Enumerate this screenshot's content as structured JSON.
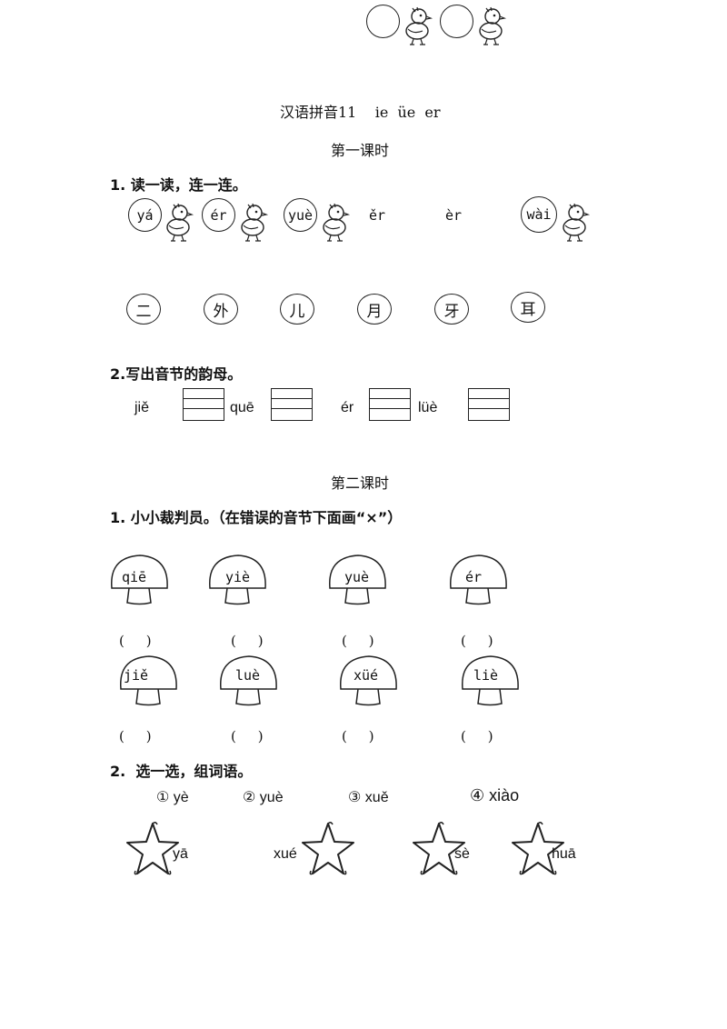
{
  "header": {
    "title": "汉语拼音11    ie  üe  er",
    "lesson1": "第一课时",
    "lesson2": "第二课时"
  },
  "lesson1": {
    "q1": {
      "heading": "1. 读一读，连一连。",
      "syllables": [
        "yá",
        "ér",
        "yuè",
        "ěr",
        "èr",
        "wài"
      ],
      "characters": [
        "二",
        "外",
        "儿",
        "月",
        "牙",
        "耳"
      ]
    },
    "q2": {
      "heading": "2.写出音节的韵母。",
      "syllables": [
        "jiě",
        "quē",
        "ér",
        "lüè"
      ]
    }
  },
  "lesson2": {
    "q1": {
      "heading": "1. 小小裁判员。（在错误的音节下面画“×”）",
      "row1": [
        "qiē",
        "yiè",
        "yuè",
        "ér"
      ],
      "row2": [
        "jiě",
        "luè",
        "xüé",
        "liè"
      ],
      "paren": "(     )"
    },
    "q2": {
      "heading": "2.  选一选，组词语。",
      "options": [
        "① yè",
        "② yuè",
        "③ xuě",
        "④ xiào"
      ],
      "stars": [
        "yā",
        "xué",
        "sè",
        "huā"
      ]
    }
  }
}
